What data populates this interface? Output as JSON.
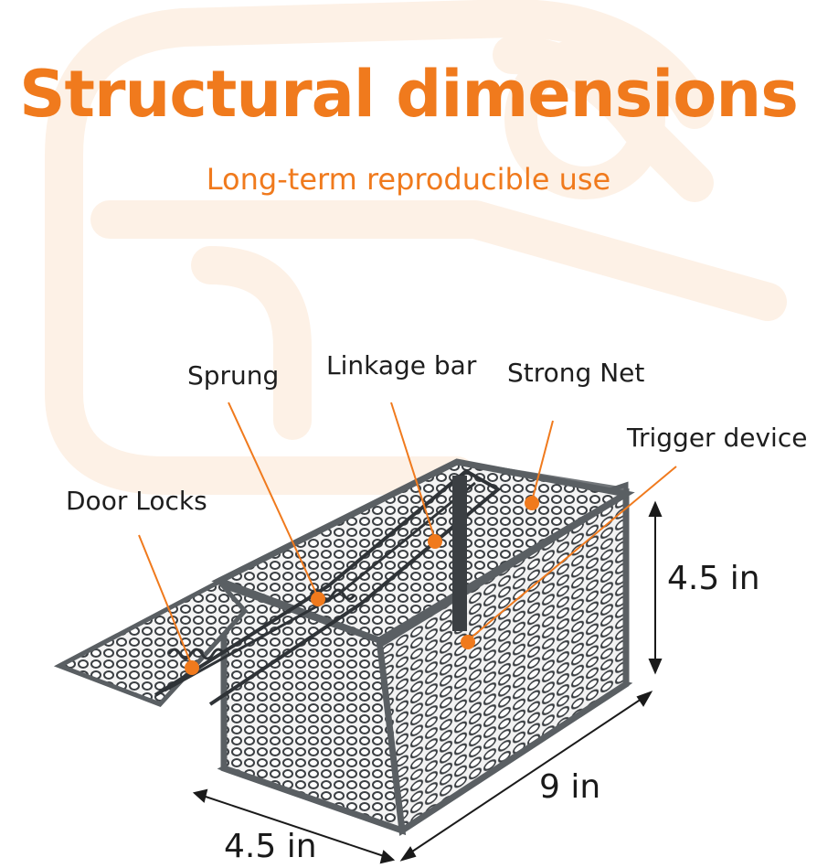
{
  "header": {
    "title": "Structural dimensions",
    "subtitle": "Long-term reproducible use"
  },
  "callouts": {
    "sprung": "Sprung",
    "linkage_bar": "Linkage bar",
    "strong_net": "Strong Net",
    "trigger_device": "Trigger device",
    "door_locks": "Door Locks"
  },
  "dimensions": {
    "height": "4.5 in",
    "length": "9 in",
    "width": "4.5 in"
  },
  "colors": {
    "accent": "#f07a1d",
    "watermark": "#fdf1e6",
    "cage_frame": "#5a5f63",
    "cage_mesh": "#3b3f43"
  }
}
